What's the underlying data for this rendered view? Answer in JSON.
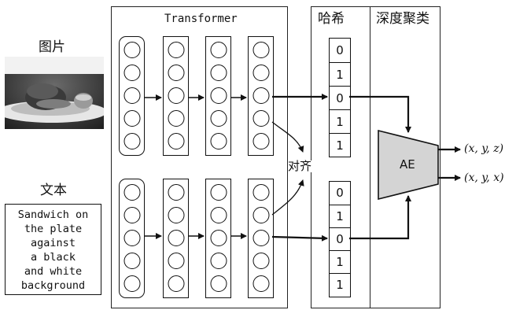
{
  "labels": {
    "image": "图片",
    "text": "文本",
    "transformer": "Transformer",
    "hash": "哈希",
    "cluster": "深度聚类",
    "align": "对齐",
    "ae": "AE"
  },
  "caption_lines": [
    "Sandwich on",
    "the plate",
    "against",
    "a black",
    "and white",
    "background"
  ],
  "hash_top": [
    "0",
    "1",
    "0",
    "1",
    "1"
  ],
  "hash_bottom": [
    "0",
    "1",
    "0",
    "1",
    "1"
  ],
  "outputs": [
    "(x, y, z)",
    "(x, y, x)"
  ]
}
